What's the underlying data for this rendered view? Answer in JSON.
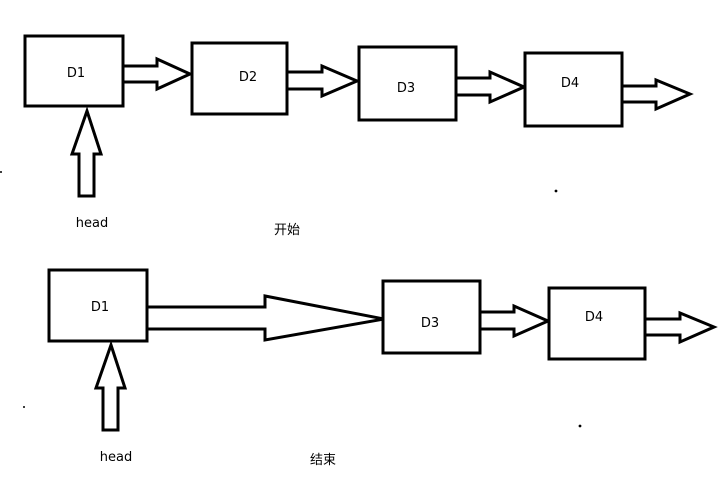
{
  "before": {
    "caption": "开始",
    "head_label": "head",
    "nodes": [
      {
        "label": "D1"
      },
      {
        "label": "D2"
      },
      {
        "label": "D3"
      },
      {
        "label": "D4"
      }
    ]
  },
  "after": {
    "caption": "结束",
    "head_label": "head",
    "nodes": [
      {
        "label": "D1"
      },
      {
        "label": "D3"
      },
      {
        "label": "D4"
      }
    ]
  },
  "colors": {
    "stroke": "#000000",
    "fill": "#ffffff"
  }
}
